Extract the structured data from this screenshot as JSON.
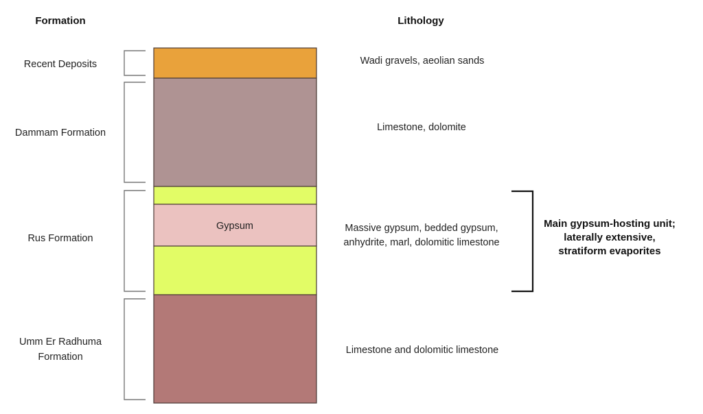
{
  "headers": {
    "formation": "Formation",
    "lithology": "Lithology"
  },
  "formations": [
    {
      "name_lines": [
        "Recent Deposits"
      ],
      "lithology_lines": [
        "Wadi gravels, aeolian sands"
      ]
    },
    {
      "name_lines": [
        "Dammam Formation"
      ],
      "lithology_lines": [
        "Limestone, dolomite"
      ]
    },
    {
      "name_lines": [
        "Rus Formation"
      ],
      "lithology_lines": [
        "Massive gypsum, bedded gypsum,",
        "anhydrite, marl, dolomitic limestone"
      ]
    },
    {
      "name_lines": [
        "Umm Er Radhuma",
        "Formation"
      ],
      "lithology_lines": [
        "Limestone and dolomitic limestone"
      ]
    }
  ],
  "layers": [
    {
      "unit": "Recent Deposits",
      "color": "#e9a23b"
    },
    {
      "unit": "Dammam Formation",
      "color": "#af9393"
    },
    {
      "unit": "Rus Formation",
      "color": "#e2fc66"
    },
    {
      "unit": "Rus Formation",
      "color": "#ebc2c0",
      "label": "Gypsum"
    },
    {
      "unit": "Rus Formation",
      "color": "#e2fc66"
    },
    {
      "unit": "Umm Er Radhuma Formation",
      "color": "#b37977"
    }
  ],
  "annotation": {
    "lines": [
      "Main gypsum-hosting unit;",
      "laterally extensive,",
      "stratiform evaporites"
    ]
  }
}
